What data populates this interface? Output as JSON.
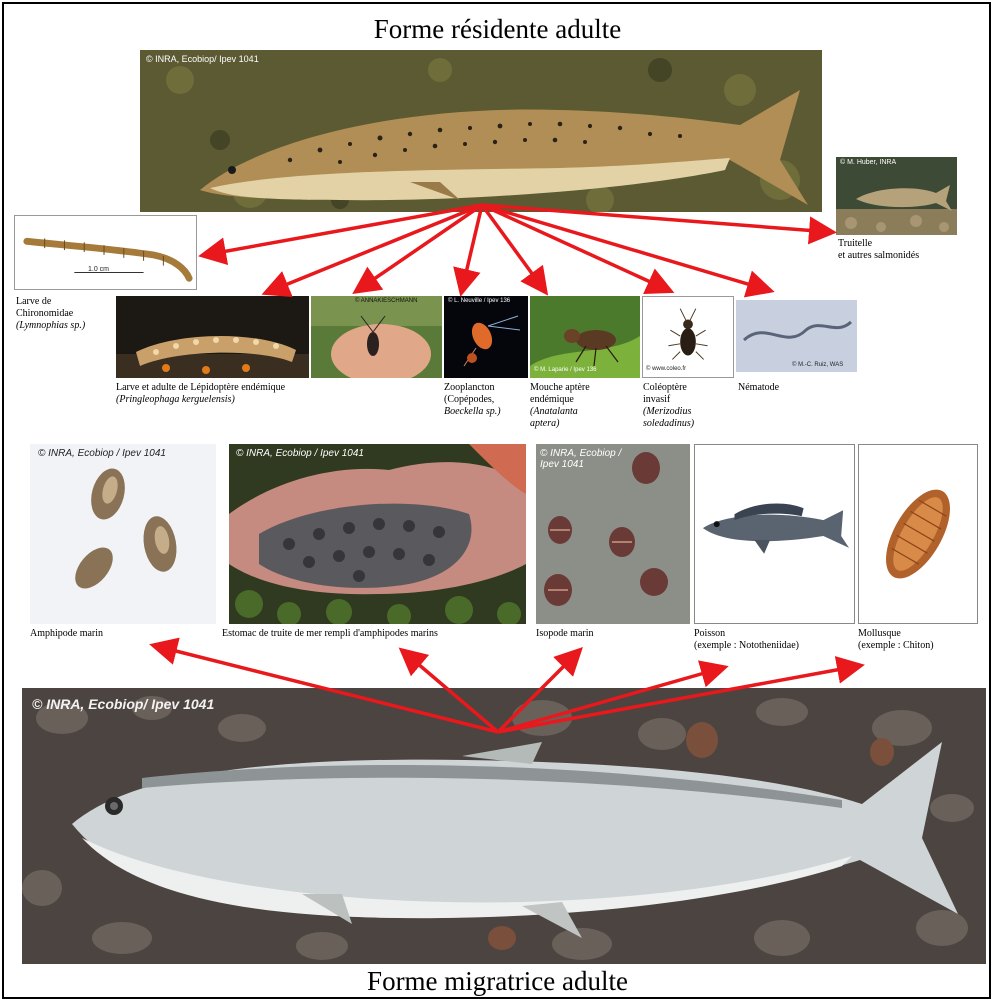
{
  "titles": {
    "top": "Forme résidente adulte",
    "bottom": "Forme migratrice adulte"
  },
  "credits": {
    "resident": "© INRA, Ecobiop/ Ipev 1041",
    "truitelle": "© M. Huber, INRA",
    "chironomid": "1.0 cm",
    "lepidoptera_fly": "© ANNAKIESCHMANN",
    "zooplankton": "© L. Neuville / Ipev 136",
    "mouche": "© M. Laparie / Ipev 136",
    "coleoptere": "© www.coleo.fr",
    "nematode": "© M.-C. Ruiz, WAS",
    "amphipode": "© INRA, Ecobiop / Ipev 1041",
    "estomac": "© INRA, Ecobiop / Ipev 1041",
    "isopode": "© INRA, Ecobiop / Ipev 1041",
    "migratory": "© INRA, Ecobiop/ Ipev 1041"
  },
  "captions": {
    "truitelle_l1": "Truitelle",
    "truitelle_l2": "et autres salmonidés",
    "chiro_l1": "Larve de",
    "chiro_l2": "Chironomidae",
    "chiro_l3": "(Lymnophias sp.)",
    "lepido_l1": "Larve et adulte de Lépidoptère endémique",
    "lepido_l2": "(Pringleophaga kerguelensis)",
    "zoo_l1": "Zooplancton",
    "zoo_l2": "(Copépodes,",
    "zoo_l3": "Boeckella sp.)",
    "mouche_l1": "Mouche aptère",
    "mouche_l2": "endémique",
    "mouche_l3": "(Anatalanta",
    "mouche_l4": "aptera)",
    "coleo_l1": "Coléoptère",
    "coleo_l2": "invasif",
    "coleo_l3": "(Merizodius",
    "coleo_l4": "soledadinus)",
    "nematode": "Nématode",
    "amphipode": "Amphipode marin",
    "estomac": "Estomac de truite de mer rempli d'amphipodes marins",
    "isopode": "Isopode marin",
    "poisson_l1": "Poisson",
    "poisson_l2": "(exemple : Nototheniidae)",
    "mollusque_l1": "Mollusque",
    "mollusque_l2": "(exemple : Chiton)"
  },
  "colors": {
    "arrow": "#e8181c",
    "frame": "#000000"
  }
}
